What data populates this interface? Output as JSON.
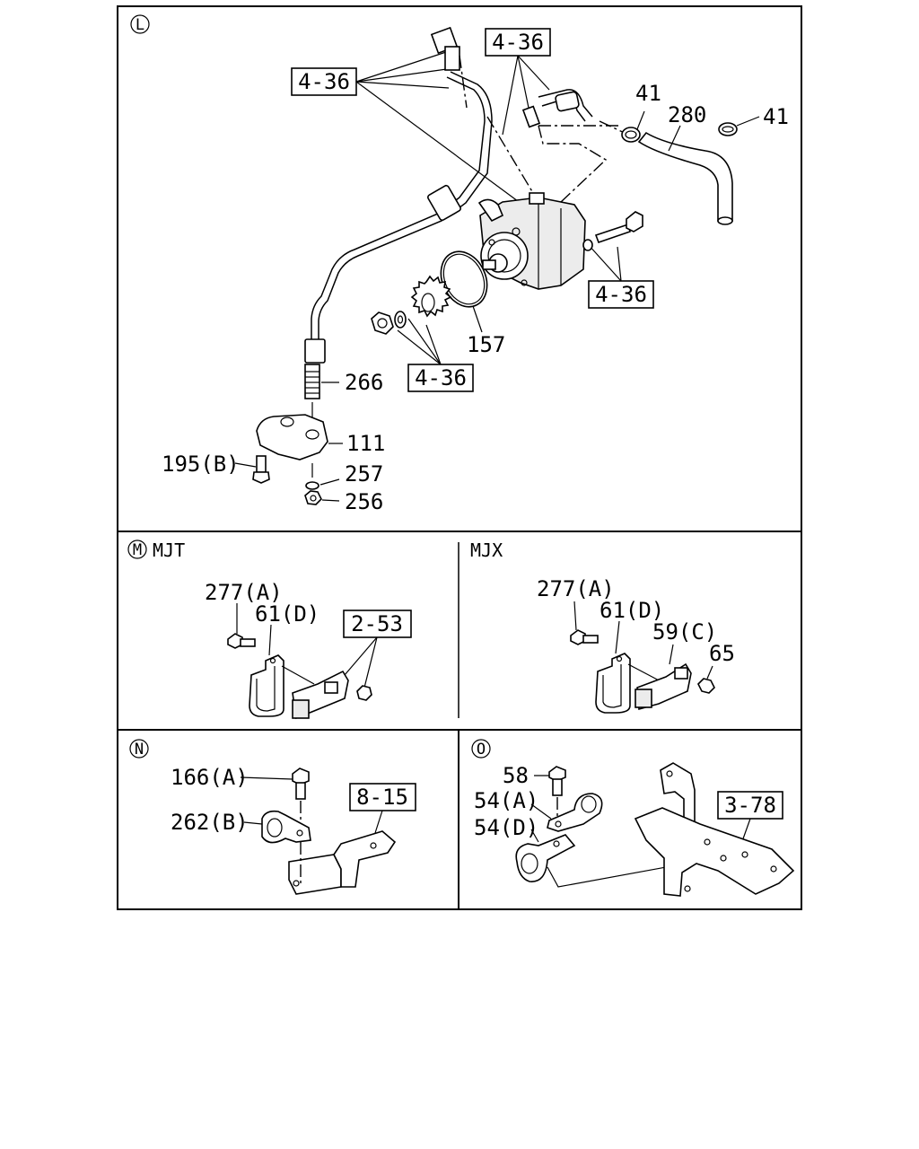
{
  "diagram": {
    "panels": {
      "L": {
        "letter": "L",
        "refs": [
          "4-36",
          "4-36",
          "4-36",
          "4-36"
        ],
        "labels": {
          "clamp_top": "41",
          "hose": "280",
          "clamp_right": "41",
          "o_ring": "157",
          "union": "266",
          "bracket": "111",
          "bolt": "195(B)",
          "washer": "257",
          "nut": "256"
        }
      },
      "M_MJT": {
        "letter": "M",
        "variant": "MJT",
        "ref": "2-53",
        "labels": {
          "bolt": "277(A)",
          "clip": "61(D)"
        }
      },
      "M_MJX": {
        "variant": "MJX",
        "labels": {
          "bolt": "277(A)",
          "clip": "61(D)",
          "bracket": "59(C)",
          "nut": "65"
        }
      },
      "N": {
        "letter": "N",
        "ref": "8-15",
        "labels": {
          "bolt": "166(A)",
          "clip": "262(B)"
        }
      },
      "O": {
        "letter": "O",
        "ref": "3-78",
        "labels": {
          "bolt": "58",
          "clip_a": "54(A)",
          "clip_d": "54(D)"
        }
      }
    }
  }
}
